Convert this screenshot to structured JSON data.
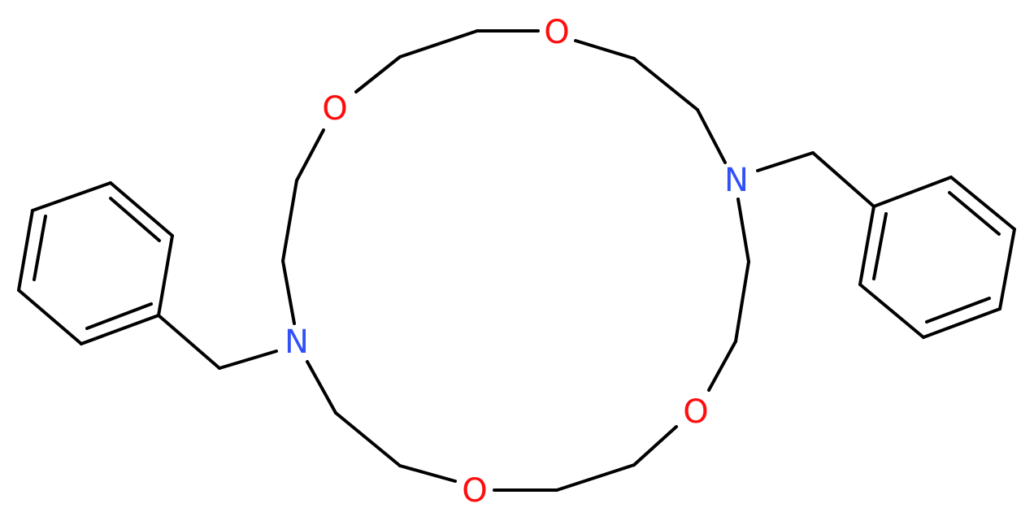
{
  "diagram": {
    "type": "skeletal-structure",
    "background": "#ffffff",
    "bond_color": "#000000",
    "atoms": [
      {
        "id": "O1",
        "element": "O",
        "label": "O",
        "color": "#ff0d0d"
      },
      {
        "id": "O2",
        "element": "O",
        "label": "O",
        "color": "#ff0d0d"
      },
      {
        "id": "O3",
        "element": "O",
        "label": "O",
        "color": "#ff0d0d"
      },
      {
        "id": "O4",
        "element": "O",
        "label": "O",
        "color": "#ff0d0d"
      },
      {
        "id": "N1",
        "element": "N",
        "label": "N",
        "color": "#3050f8"
      },
      {
        "id": "N2",
        "element": "N",
        "label": "N",
        "color": "#3050f8"
      }
    ],
    "rings": [
      {
        "name": "macrocycle",
        "size": 18,
        "heteroatoms": [
          "O1",
          "O2",
          "O3",
          "O4",
          "N1",
          "N2"
        ]
      },
      {
        "name": "left-benzene",
        "size": 6,
        "aromatic": true
      },
      {
        "name": "right-benzene",
        "size": 6,
        "aromatic": true
      }
    ]
  }
}
